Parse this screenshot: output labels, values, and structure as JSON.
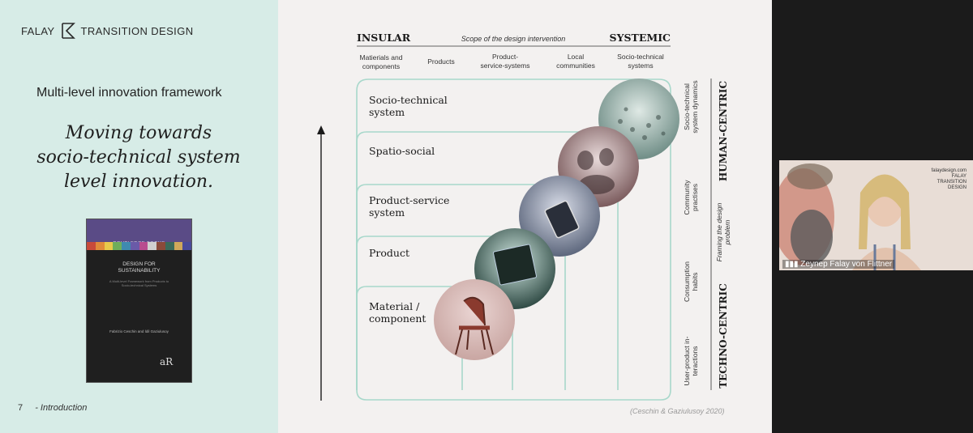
{
  "brand": {
    "left": "FALAY",
    "right": "TRANSITION DESIGN"
  },
  "slide": {
    "subtitle": "Multi-level innovation framework",
    "headline": [
      "Moving towards",
      "socio-technical system",
      "level innovation."
    ],
    "page_number": "7",
    "section": "-  Introduction"
  },
  "book": {
    "series": "ROUTLEDGE FOCUS",
    "title": [
      "DESIGN FOR",
      "SUSTAINABILITY"
    ],
    "subtitle": [
      "A Multi-level Framework from Products to",
      "Socio-technical Systems"
    ],
    "authors": "Fabrizio Ceschin and İdil Gaziulusoy",
    "stripe_colors": [
      "#c84a3a",
      "#e08a3a",
      "#e8c94a",
      "#6fae5a",
      "#3f8ab0",
      "#6a5aa8",
      "#b84c8f",
      "#d0d0d0",
      "#8a4a3a",
      "#3a6a5a",
      "#cfa85a",
      "#4a4a9a"
    ]
  },
  "diagram": {
    "top_left": "INSULAR",
    "top_middle": "Scope of the design intervention",
    "top_right": "SYSTEMIC",
    "columns": [
      [
        "Matierials and",
        "components"
      ],
      [
        "Products"
      ],
      [
        "Product-",
        "service-systems"
      ],
      [
        "Local",
        "communities"
      ],
      [
        "Socio-technical",
        "systems"
      ]
    ],
    "levels": [
      [
        "Socio-technical",
        "system"
      ],
      [
        "Spatio-social"
      ],
      [
        "Product-service",
        "system"
      ],
      [
        "Product"
      ],
      [
        "Material /",
        "component"
      ]
    ],
    "side_labels": [
      [
        "Socio-technical",
        "system dynamics"
      ],
      [
        "Community",
        "practises"
      ],
      [
        "Consumption",
        "habits"
      ],
      [
        "User-product in-",
        "teractions"
      ]
    ],
    "framing": [
      "Framing the design",
      "problem"
    ],
    "human": "HUMAN-CENTRIC",
    "techno": "TECHNO-CENTRIC",
    "citation": "(Ceschin & Gaziulusoy 2020)",
    "line_color": "#a8d8cb"
  },
  "video": {
    "participant": "Zeynep Falay von Flittner",
    "watermark": [
      "falaydesign.com",
      "FALAY",
      "TRANSITION",
      "DESIGN"
    ]
  }
}
